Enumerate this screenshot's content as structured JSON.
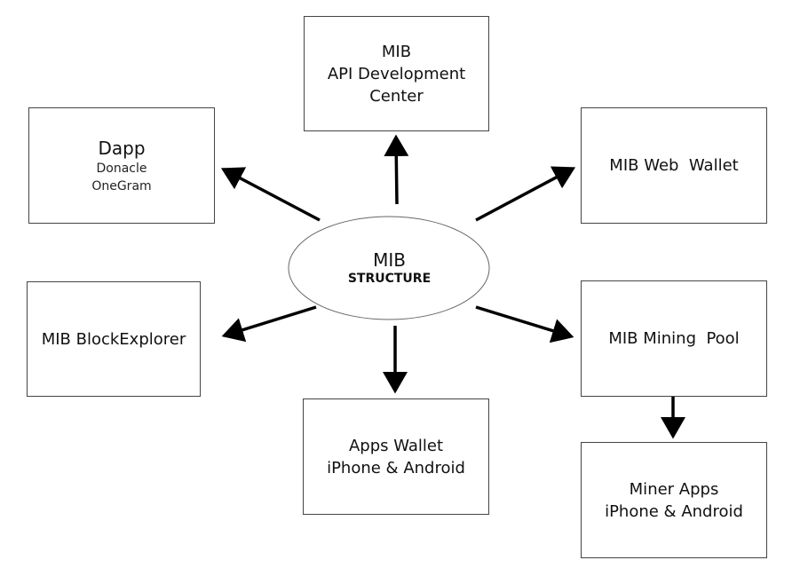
{
  "diagram": {
    "center": {
      "line1": "MIB",
      "line2": "STRUCTURE"
    },
    "nodes": {
      "api": {
        "lines": [
          "MIB",
          "API Development",
          "Center"
        ]
      },
      "dapp": {
        "title": "Dapp",
        "subs": [
          "Donacle",
          "OneGram"
        ]
      },
      "webwallet": {
        "lines": [
          "MIB Web  Wallet"
        ]
      },
      "blockexplorer": {
        "lines": [
          "MIB BlockExplorer"
        ]
      },
      "miningpool": {
        "lines": [
          "MIB Mining  Pool"
        ]
      },
      "appswallet": {
        "lines": [
          "Apps Wallet",
          "iPhone & Android"
        ]
      },
      "minerapps": {
        "lines": [
          "Miner Apps",
          "iPhone & Android"
        ]
      }
    },
    "edges": [
      {
        "from": "center",
        "to": "api"
      },
      {
        "from": "center",
        "to": "dapp"
      },
      {
        "from": "center",
        "to": "webwallet"
      },
      {
        "from": "center",
        "to": "blockexplorer"
      },
      {
        "from": "center",
        "to": "miningpool"
      },
      {
        "from": "center",
        "to": "appswallet"
      },
      {
        "from": "miningpool",
        "to": "minerapps"
      }
    ]
  }
}
